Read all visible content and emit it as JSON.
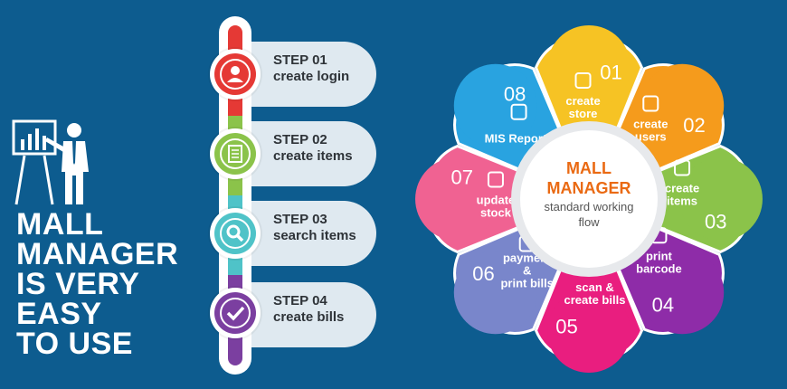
{
  "headline": [
    "MALL",
    "MANAGER",
    "IS VERY",
    "EASY",
    "TO USE"
  ],
  "steps": [
    {
      "title": "STEP 01",
      "label": "create login",
      "color": "#e53935",
      "icon": "user-icon"
    },
    {
      "title": "STEP 02",
      "label": "create items",
      "color": "#8bc34a",
      "icon": "notepad-icon"
    },
    {
      "title": "STEP 03",
      "label": "search items",
      "color": "#4fc3c8",
      "icon": "search-icon"
    },
    {
      "title": "STEP 04",
      "label": "create bills",
      "color": "#7b3fa0",
      "icon": "checkmark-icon"
    }
  ],
  "wheel": {
    "center_title": "MALL MANAGER",
    "center_subtitle": "standard working flow",
    "segments": [
      {
        "number": "01",
        "label": "create store",
        "color": "#f6c324",
        "icon": "building-icon"
      },
      {
        "number": "02",
        "label": "create users",
        "color": "#f59b1c",
        "icon": "user-icon"
      },
      {
        "number": "03",
        "label": "create items",
        "color": "#8bc34a",
        "icon": "notepad-icon"
      },
      {
        "number": "04",
        "label": "print barcode",
        "color": "#8e2ca8",
        "icon": "barcode-icon"
      },
      {
        "number": "05",
        "label": "scan & create bills",
        "color": "#e91e7f",
        "icon": "scan-icon"
      },
      {
        "number": "06",
        "label": "payment & print bills",
        "color": "#7986cb",
        "icon": "rupee-dollar-icon"
      },
      {
        "number": "07",
        "label": "update stock",
        "color": "#f06292",
        "icon": "checkmark-icon"
      },
      {
        "number": "08",
        "label": "MIS Reports",
        "color": "#29a3e0",
        "icon": "chart-icon"
      }
    ]
  },
  "colors": {
    "background": "#0d5c8f",
    "accent_orange": "#ea6a13",
    "text_dark": "#2e3338"
  }
}
